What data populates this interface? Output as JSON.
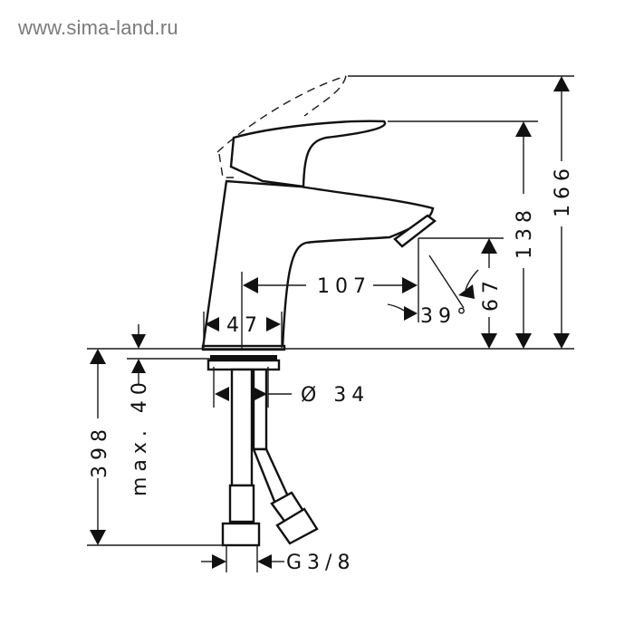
{
  "watermark": "www.sima-land.ru",
  "drawing": {
    "subject": "single-lever basin mixer tap, side view",
    "dimensions": {
      "total_height": "166",
      "spout_top_height": "138",
      "outlet_height": "67",
      "spout_reach": "107",
      "body_width": "47",
      "pipe_diameter": "Ø 34",
      "mounting_thickness": "max. 40",
      "hose_length": "398",
      "connection_thread": "G3/8",
      "spout_angle": "39°"
    }
  }
}
